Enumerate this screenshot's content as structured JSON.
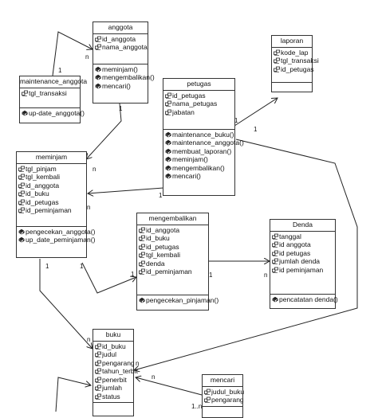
{
  "classes": {
    "anggota": {
      "name": "anggota",
      "attributes": [
        "id_anggota",
        "nama_anggota"
      ],
      "operations": [
        "meminjam()",
        "mengembalikan()",
        "mencari()"
      ]
    },
    "laporan": {
      "name": "laporan",
      "attributes": [
        "kode_lap",
        "tgl_transaksi",
        "id_petugas"
      ],
      "operations": []
    },
    "maintenance_anggota": {
      "name": "maintenance_anggota",
      "attributes": [
        "tgl_transaksi"
      ],
      "operations": [
        "up-date_anggota()"
      ]
    },
    "petugas": {
      "name": "petugas",
      "attributes": [
        "id_petugas",
        "nama_petugas",
        "jabatan"
      ],
      "operations": [
        "maintenance_buku()",
        "maintenance_anggota()",
        "membuat_laporan()",
        "meminjam()",
        "mengembalikan()",
        "mencari()"
      ]
    },
    "meminjam": {
      "name": "meminjam",
      "attributes": [
        "tgl_pinjam",
        "tgl_kembali",
        "id_anggota",
        "id_buku",
        "id_petugas",
        "id_peminjaman"
      ],
      "operations": [
        "pengecekan_anggota()",
        "up_date_peminjaman()"
      ]
    },
    "mengembalikan": {
      "name": "mengembalikan",
      "attributes": [
        "id_anggota",
        "id_buku",
        "id_petugas",
        "tgl_kembali",
        "denda",
        "id_peminjaman"
      ],
      "operations": [
        "pengecekan_pinjaman()"
      ]
    },
    "denda": {
      "name": "Denda",
      "attributes": [
        "tanggal",
        "id anggota",
        "id petugas",
        "jumlah denda",
        "id peminjaman"
      ],
      "operations": [
        "pencatatan denda()"
      ]
    },
    "buku": {
      "name": "buku",
      "attributes": [
        "id_buku",
        "judul",
        "pengarang",
        "tahun_terbit",
        "penerbit",
        "jumlah",
        "status"
      ],
      "operations": []
    },
    "mencari": {
      "name": "mencari",
      "attributes": [
        "judul_buku",
        "pengarang"
      ],
      "operations": []
    }
  },
  "multiplicities": {
    "m1": "1",
    "m2": "n",
    "m3": "1",
    "m4": "n",
    "m5": "1",
    "m6": "1",
    "m7": "1",
    "m8": "n",
    "m9": "1",
    "m10": "n",
    "m11": "1",
    "m12": "1",
    "m13": "n",
    "m14": "1",
    "m15": "1",
    "m16": "n",
    "m17": "n",
    "m18": "1..n"
  }
}
